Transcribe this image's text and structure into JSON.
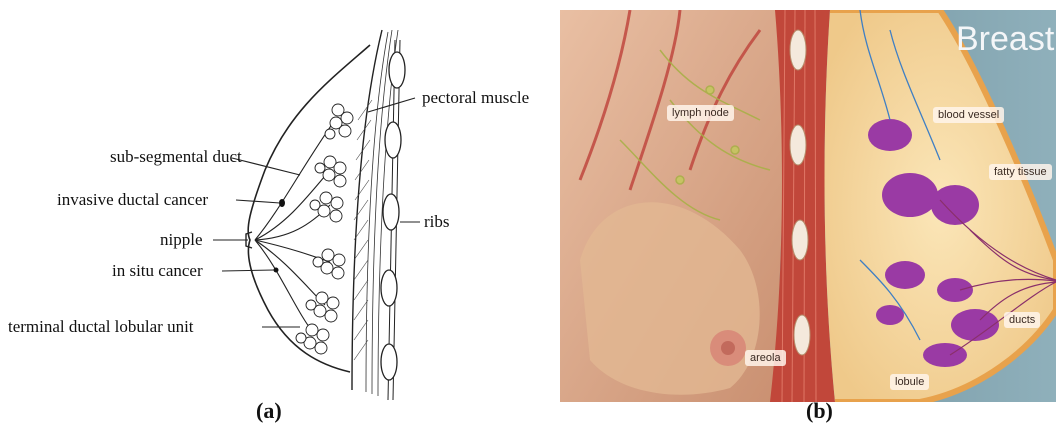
{
  "panel_a": {
    "labels": {
      "pectoral_muscle": "pectoral muscle",
      "sub_segmental_duct": "sub-segmental duct",
      "invasive_ductal_cancer": "invasive ductal cancer",
      "ribs": "ribs",
      "nipple": "nipple",
      "in_situ_cancer": "in situ cancer",
      "terminal_ductal_lobular_unit": "terminal ductal lobular unit"
    },
    "caption": "(a)"
  },
  "panel_b": {
    "title": "Breast",
    "labels": {
      "lymph_node": "lymph node",
      "blood_vessel": "blood vessel",
      "fatty_tissue": "fatty tissue",
      "ducts": "ducts",
      "areola": "areola",
      "lobule": "lobule"
    },
    "caption": "(b)"
  }
}
